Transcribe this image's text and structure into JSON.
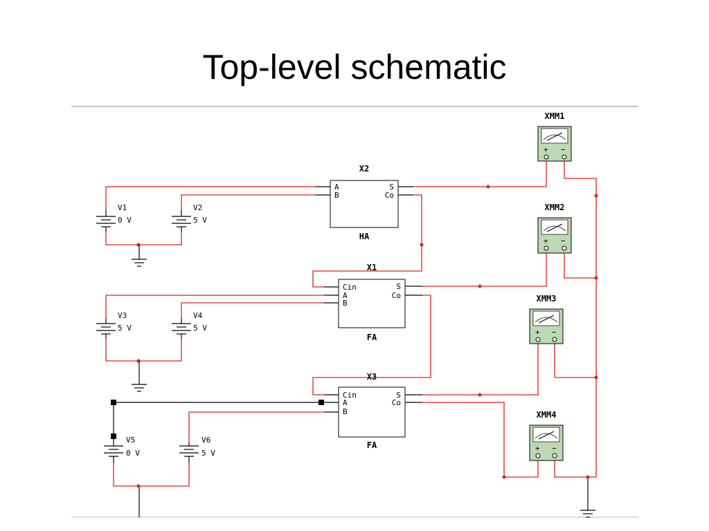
{
  "slide": {
    "title": "Top-level schematic"
  },
  "blocks": {
    "x2": {
      "ref": "X2",
      "type": "HA",
      "pins_left": [
        "A",
        "B"
      ],
      "pins_right": [
        "S",
        "Co"
      ]
    },
    "x1": {
      "ref": "X1",
      "type": "FA",
      "pins_left": [
        "Cin",
        "A",
        "B"
      ],
      "pins_right": [
        "S",
        "Co"
      ]
    },
    "x3": {
      "ref": "X3",
      "type": "FA",
      "pins_left": [
        "Cin",
        "A",
        "B"
      ],
      "pins_right": [
        "S",
        "Co"
      ]
    }
  },
  "sources": {
    "v1": {
      "name": "V1",
      "value": "0 V"
    },
    "v2": {
      "name": "V2",
      "value": "5 V"
    },
    "v3": {
      "name": "V3",
      "value": "5 V"
    },
    "v4": {
      "name": "V4",
      "value": "5 V"
    },
    "v5": {
      "name": "V5",
      "value": "0 V"
    },
    "v6": {
      "name": "V6",
      "value": "5 V"
    }
  },
  "meters": {
    "xmm1": {
      "name": "XMM1",
      "plus": "+",
      "minus": "−"
    },
    "xmm2": {
      "name": "XMM2",
      "plus": "+",
      "minus": "−"
    },
    "xmm3": {
      "name": "XMM3",
      "plus": "+",
      "minus": "−"
    },
    "xmm4": {
      "name": "XMM4",
      "plus": "+",
      "minus": "−"
    }
  },
  "colors": {
    "wire": "#e02020",
    "meter_body": "#bcd9b4"
  }
}
